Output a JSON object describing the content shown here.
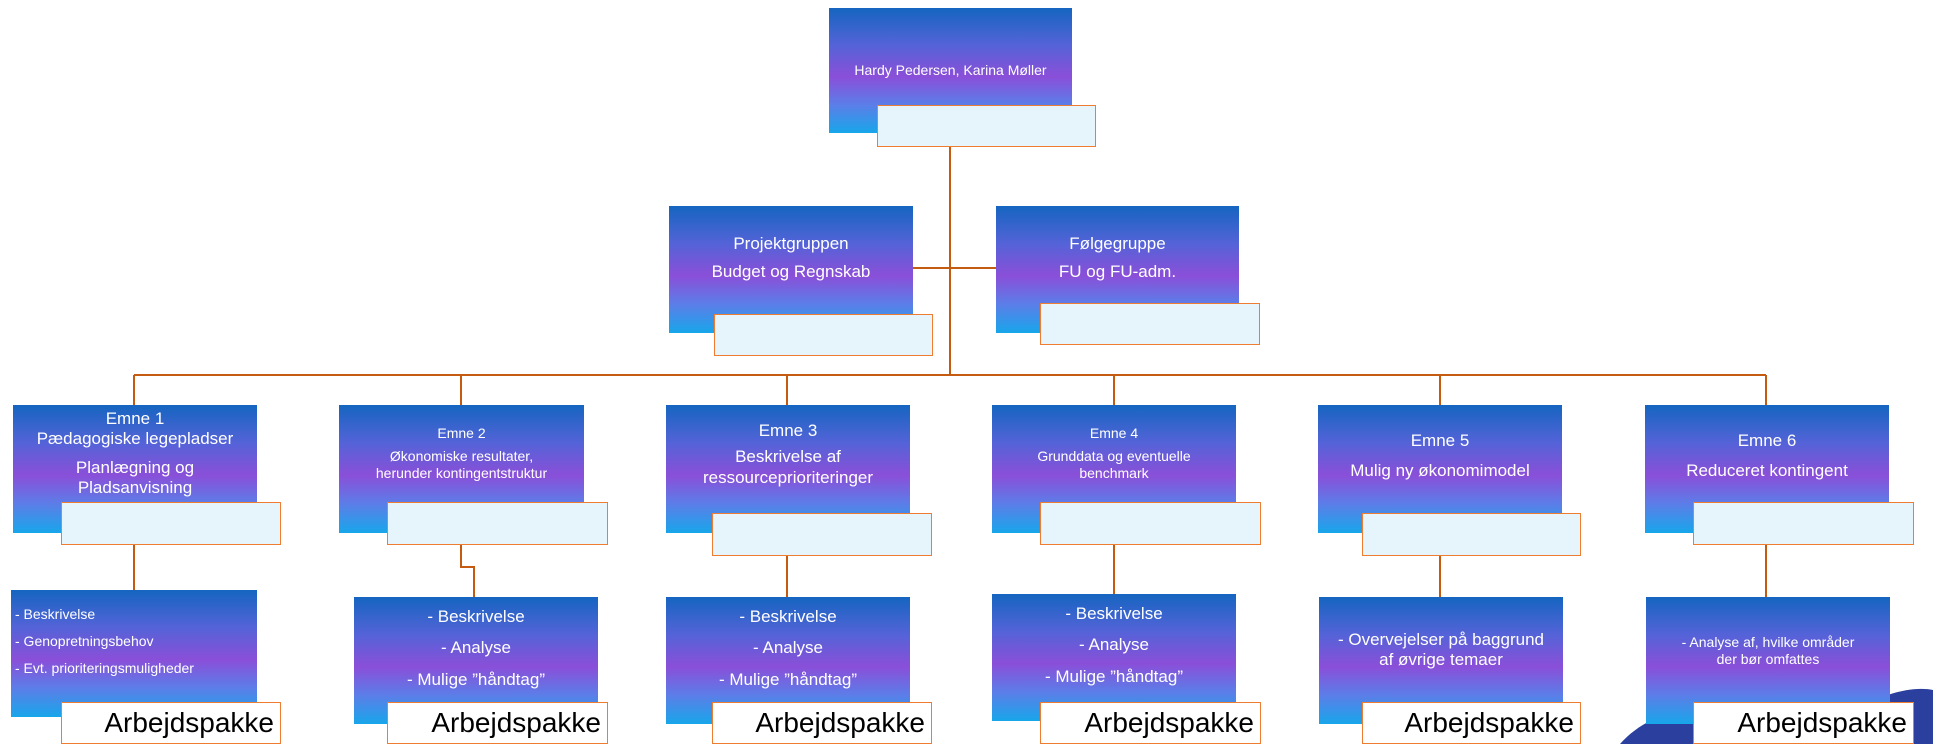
{
  "colors": {
    "connector": "#c55a11",
    "tag_border": "#ee7d31",
    "box_top": "#1565c0",
    "box_mid": "#8a4fd8",
    "box_bottom": "#17a6ea"
  },
  "top": {
    "lines": [
      "Hardy Pedersen, Karina Møller"
    ]
  },
  "groups": [
    {
      "lines": [
        "Projektgruppen",
        "Budget og Regnskab"
      ]
    },
    {
      "lines": [
        "Følgegruppe",
        "FU og FU-adm."
      ]
    }
  ],
  "topics": [
    {
      "lines": [
        "Emne 1",
        "Pædagogiske legepladser",
        "Planlægning  og",
        "Pladsanvisning"
      ]
    },
    {
      "lines": [
        "Emne 2",
        "Økonomiske resultater,",
        "herunder kontingentstruktur"
      ]
    },
    {
      "lines": [
        "Emne 3",
        "Beskrivelse af",
        "ressourceprioriteringer"
      ]
    },
    {
      "lines": [
        "Emne 4",
        "Grunddata og eventuelle",
        "benchmark"
      ]
    },
    {
      "lines": [
        "Emne 5",
        "Mulig ny økonomimodel"
      ]
    },
    {
      "lines": [
        "Emne 6",
        "Reduceret kontingent"
      ]
    }
  ],
  "packages": [
    {
      "lines": [
        "- Beskrivelse",
        "- Genopretningsbehov",
        "- Evt. prioriteringsmuligheder"
      ],
      "label": "Arbejdspakke"
    },
    {
      "lines": [
        "- Beskrivelse",
        "- Analyse",
        "- Mulige ”håndtag”"
      ],
      "label": "Arbejdspakke"
    },
    {
      "lines": [
        "- Beskrivelse",
        "- Analyse",
        "- Mulige ”håndtag”"
      ],
      "label": "Arbejdspakke"
    },
    {
      "lines": [
        "- Beskrivelse",
        "- Analyse",
        "- Mulige ”håndtag”"
      ],
      "label": "Arbejdspakke"
    },
    {
      "lines": [
        "- Overvejelser på baggrund",
        "af øvrige temaer"
      ],
      "label": "Arbejdspakke"
    },
    {
      "lines": [
        "- Analyse af, hvilke områder",
        "der bør omfattes"
      ],
      "label": "Arbejdspakke"
    }
  ]
}
